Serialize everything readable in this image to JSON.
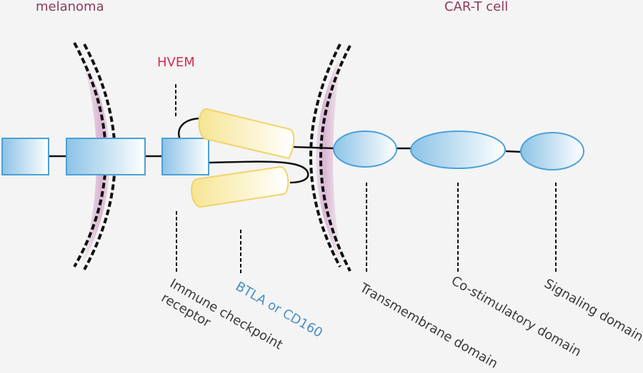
{
  "labels": {
    "melanoma": "melanoma",
    "car_t_cell": "CAR-T cell",
    "hvem": "HVEM",
    "immune_checkpoint_line1": "Immune checkpoint",
    "immune_checkpoint_line2": "receptor",
    "btla_cd160": "BTLA or CD160",
    "transmembrane": "Transmembrane domain",
    "costimulatory": "Co-stimulatory domain",
    "signaling": "Signaling domain"
  },
  "colors": {
    "background": "#f4f4f4",
    "cell_label": "#8b3a5e",
    "hvem_label": "#d42e4f",
    "btla_label": "#4a8fc4",
    "domain_label": "#3a3a3a",
    "box_stroke": "#4aa0d8",
    "box_fill_dark": "#8cc3e6",
    "ligand_stroke": "#f2d36a",
    "ligand_fill": "#f7e79a",
    "membrane_glow": "#b0509a",
    "line": "#111111"
  }
}
